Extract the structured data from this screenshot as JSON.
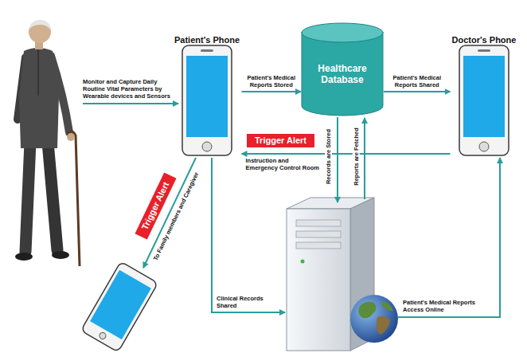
{
  "diagram": {
    "nodes": [
      {
        "text": [
          "Patient's Phone"
        ]
      },
      {
        "text": [
          "Healthcare Database"
        ]
      },
      {
        "text": [
          "Doctor's Phone"
        ]
      },
      {
        "text": [
          "Trigger Alert"
        ]
      },
      {
        "text": [
          "Trigger Alert"
        ]
      }
    ],
    "edges": [
      {
        "from": 0,
        "to": 1,
        "arrow": "to",
        "label": "Patient's Medical Reports Stored"
      },
      {
        "from": 1,
        "to": 2,
        "arrow": "to",
        "label": "Patient's Medical Reports Shared"
      },
      {
        "from": 2,
        "to": 0,
        "arrow": "to",
        "label": "Instruction and Emergency Control Room"
      }
    ],
    "labels": [
      "Monitor and Capture Daily Routine Vital Parameters by Wearable devices and Sensors",
      "To Family members and Caregiver",
      "Clinical Records Shared",
      "Records are Stored",
      "Reports are Fetched",
      "Patient's Medical Reports Access Online"
    ]
  }
}
